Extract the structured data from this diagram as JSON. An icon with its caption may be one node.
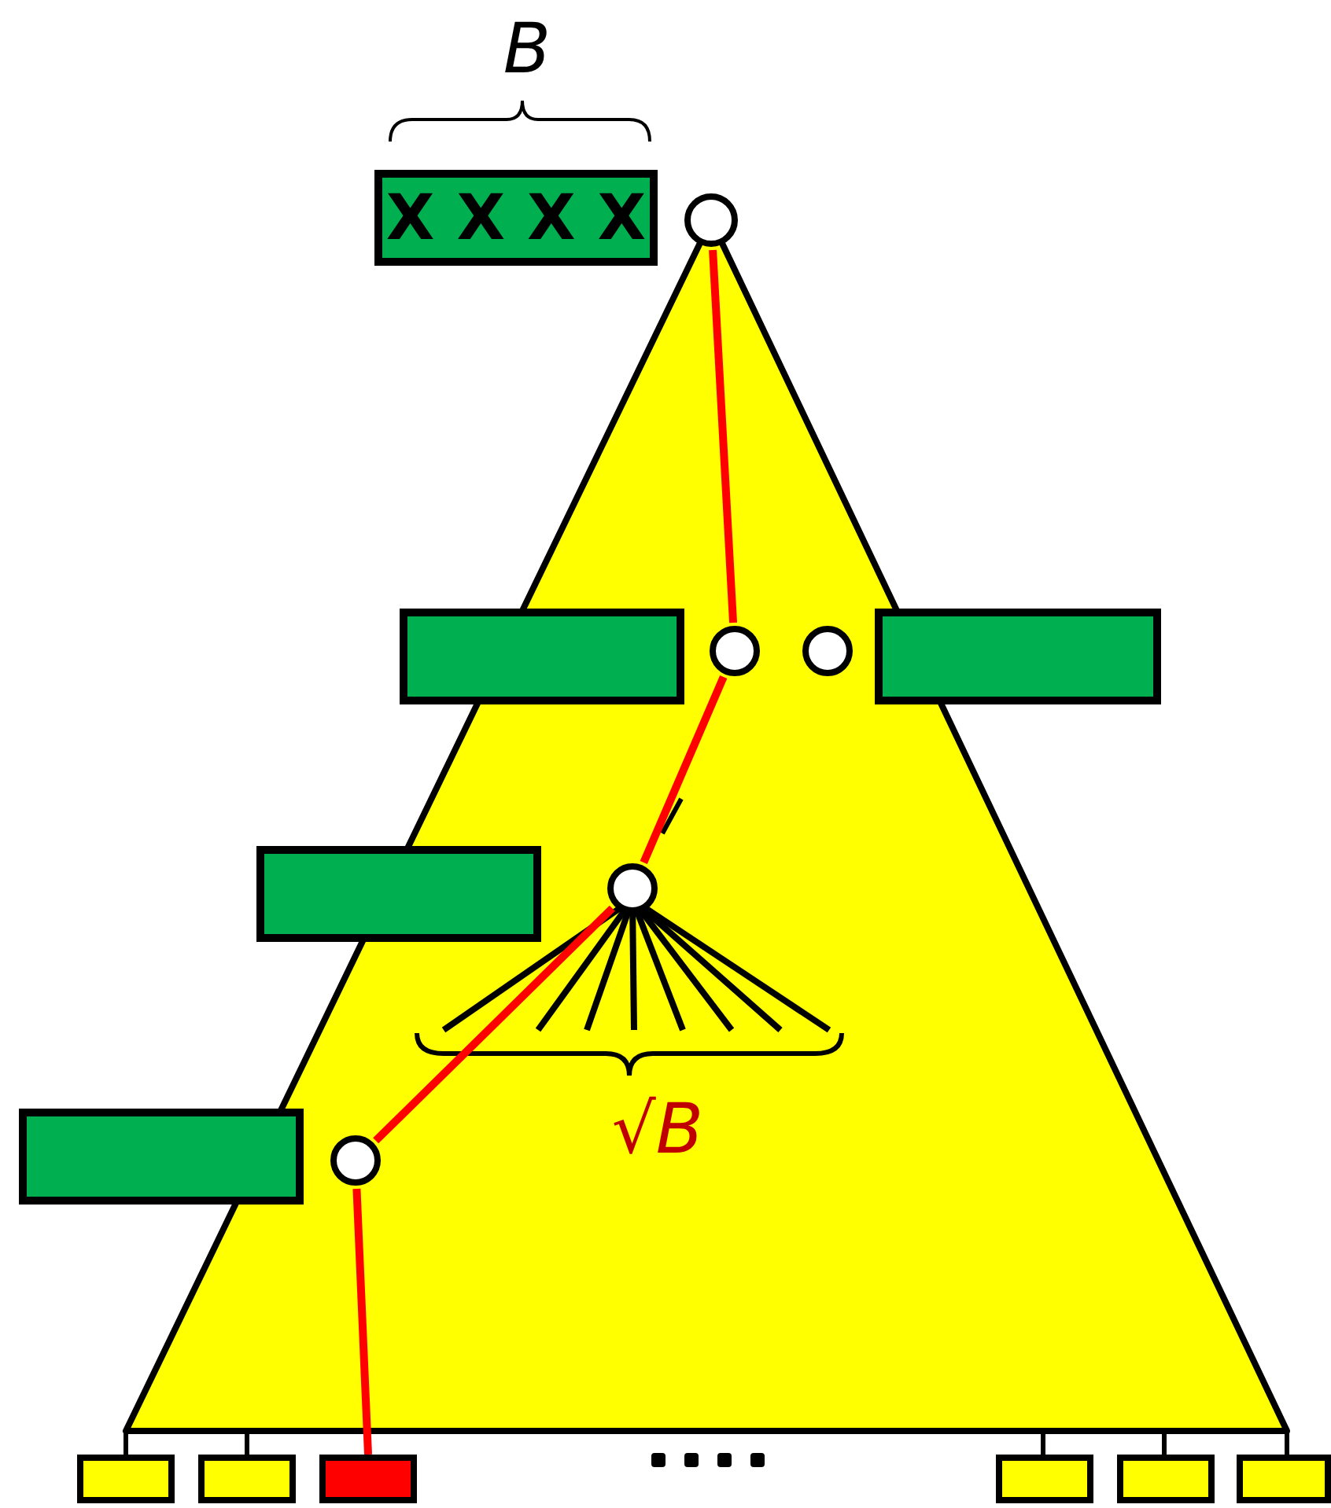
{
  "diagram": {
    "nodes": [
      {
        "text": [
          "X X X X"
        ]
      },
      {
        "text": [],
        "shape": "circle"
      },
      {
        "text": [],
        "shape": "box"
      },
      {
        "text": [],
        "shape": "circle"
      },
      {
        "text": [],
        "shape": "circle"
      },
      {
        "text": [],
        "shape": "box"
      },
      {
        "text": [],
        "shape": "box"
      },
      {
        "text": [],
        "shape": "circle"
      },
      {
        "text": [],
        "shape": "box"
      },
      {
        "text": [],
        "shape": "circle"
      },
      {
        "text": [],
        "shape": "box"
      },
      {
        "text": [],
        "shape": "box"
      },
      {
        "text": [],
        "shape": "box"
      },
      {
        "text": [],
        "shape": "box"
      },
      {
        "text": [],
        "shape": "box"
      },
      {
        "text": [],
        "shape": "box"
      }
    ],
    "edges": [
      {
        "from": 1,
        "to": 3,
        "arrow": "none",
        "color": "#ff0000"
      },
      {
        "from": 3,
        "to": 7,
        "arrow": "none",
        "color": "#ff0000"
      },
      {
        "from": 7,
        "to": 9,
        "arrow": "none",
        "color": "#ff0000"
      },
      {
        "from": 9,
        "to": 12,
        "arrow": "none",
        "color": "#ff0000"
      }
    ],
    "labels": [
      "B",
      "√B"
    ]
  }
}
